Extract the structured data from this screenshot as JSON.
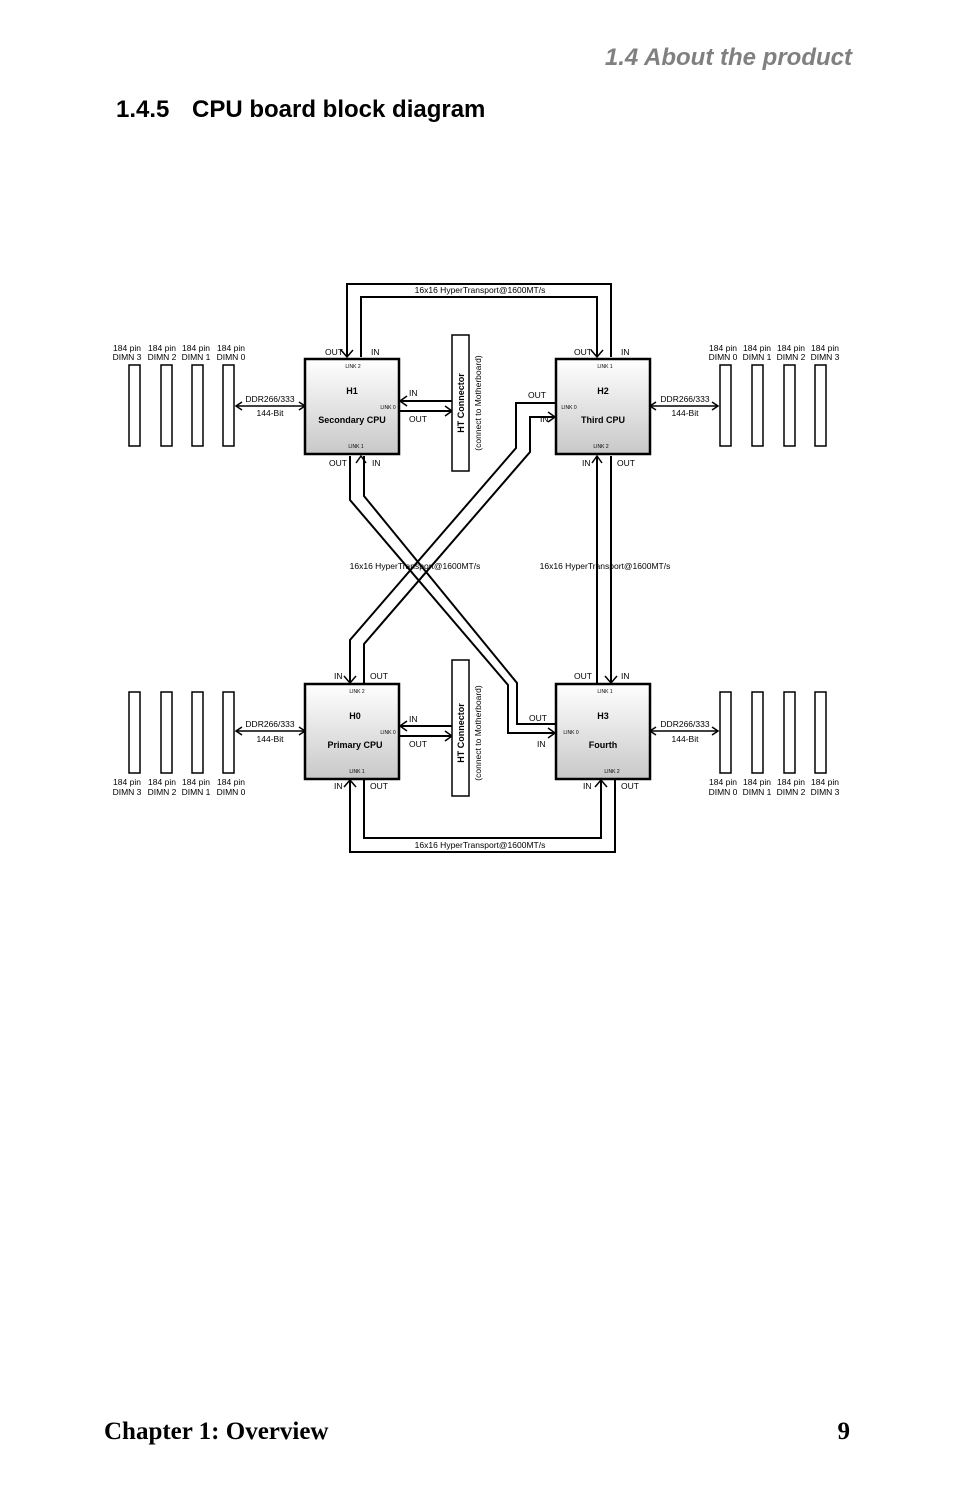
{
  "header": {
    "section": "1.4  About the product"
  },
  "title": {
    "number": "1.4.5",
    "text": "CPU board block diagram"
  },
  "footer": {
    "chapter": "Chapter 1: Overview",
    "page": "9"
  },
  "diagram": {
    "labels": {
      "in": "IN",
      "out": "OUT",
      "link0": "LINK 0",
      "link1": "LINK 1",
      "link2": "LINK 2",
      "pin184": "184 pin",
      "dimm0": "DIMN 0",
      "dimm1": "DIMN 1",
      "dimm2": "DIMN 2",
      "dimm3": "DIMN 3",
      "ddr": "DDR266/333",
      "bits": "144-Bit",
      "ht": "16x16 HyperTransport@1600MT/s",
      "ht_conn": "HT Connector",
      "ht_conn_sub": "(connect to Motherboard)"
    },
    "cpus": {
      "h1": {
        "id": "H1",
        "name": "Secondary CPU"
      },
      "h2": {
        "id": "H2",
        "name": "Third CPU"
      },
      "h0": {
        "id": "H0",
        "name": "Primary CPU"
      },
      "h3": {
        "id": "H3",
        "name": "Fourth"
      }
    }
  }
}
